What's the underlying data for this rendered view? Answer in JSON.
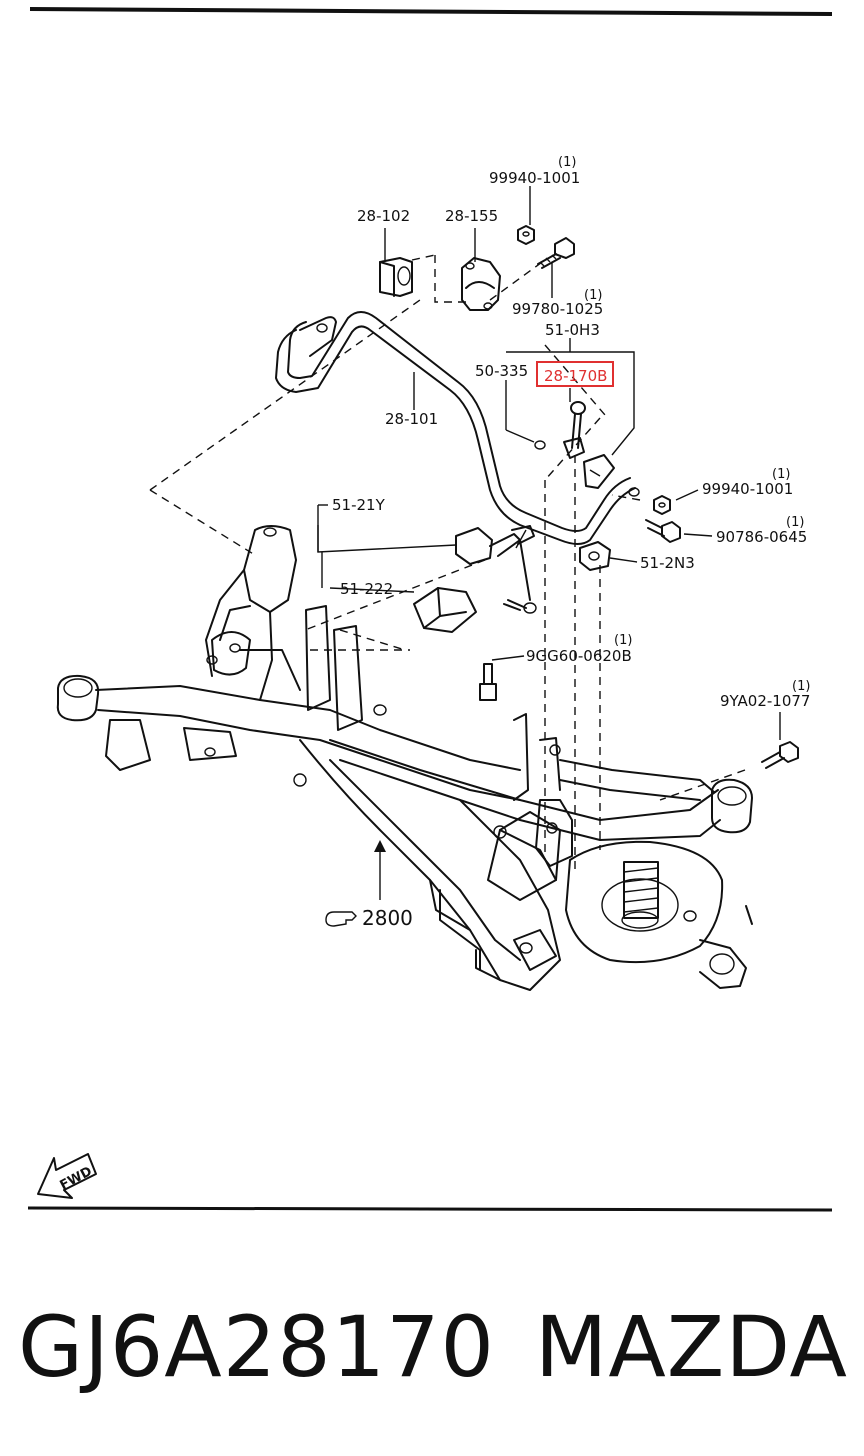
{
  "labels": {
    "l_99940_1001_top": "99940-1001",
    "q_99940_1001_top": "(1)",
    "l_28_102": "28-102",
    "l_28_155": "28-155",
    "l_99780_1025": "99780-1025",
    "q_99780_1025": "(1)",
    "l_51_0H3": "51-0H3",
    "l_50_335": "50-335",
    "l_28_170B": "28-170B",
    "l_28_101": "28-101",
    "l_99940_1001_right": "99940-1001",
    "q_99940_1001_right": "(1)",
    "l_90786_0645": "90786-0645",
    "q_90786_0645": "(1)",
    "l_51_21Y": "51-21Y",
    "l_51_2N3": "51-2N3",
    "l_51_222": "51-222",
    "l_9GG60_0620B": "9GG60-0620B",
    "q_9GG60_0620B": "(1)",
    "l_9YA02_1077": "9YA02-1077",
    "q_9YA02_1077": "(1)",
    "l_2800": "2800",
    "fwd": "FWD"
  },
  "highlight_color": "#e03030",
  "footer": {
    "part_number": "GJ6A28170",
    "brand": "MAZDA"
  }
}
